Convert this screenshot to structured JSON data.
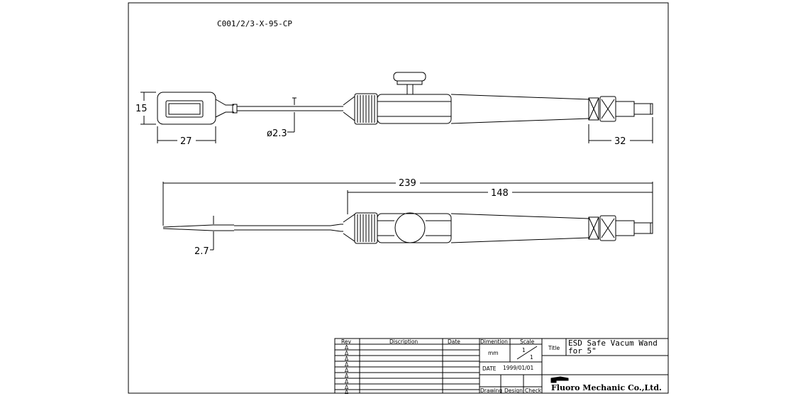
{
  "part_number": "C001/2/3-X-95-CP",
  "dimensions": {
    "handle_height": "15",
    "handle_width": "27",
    "needle_diameter": "ø2.3",
    "tail_length": "32",
    "overall_length": "239",
    "body_length": "148",
    "tip_thickness": "2.7"
  },
  "title_block": {
    "rev_header": "Rev",
    "rev_marks": [
      "Δ",
      "Δ",
      "Δ",
      "Δ",
      "Δ",
      "Δ",
      "Δ",
      "Δ",
      "Δ"
    ],
    "description_header": "Discription",
    "date_header": "Date",
    "dimension_header": "Dimention",
    "dimension_unit": "mm",
    "scale_header": "Scale",
    "scale_top": "1",
    "scale_bottom": "1",
    "date_label": "DATE",
    "date_value": "1999/01/01",
    "title_label": "Title",
    "title_line1": "ESD Safe Vacum Wand",
    "title_line2": "for 5\"",
    "drawing_label": "Drawing",
    "design_label": "Design",
    "check_label": "Check",
    "company": "Fluoro Mechanic Co.,Ltd."
  }
}
